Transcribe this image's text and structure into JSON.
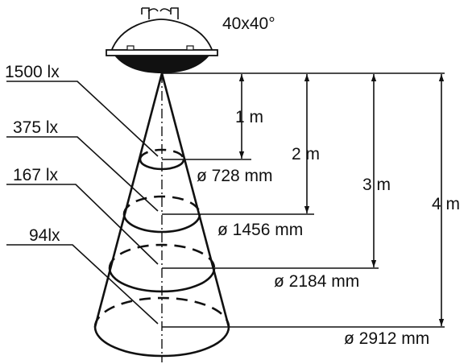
{
  "beam_angle": "40x40°",
  "levels": [
    {
      "illuminance": "1500 lx",
      "distance": "1 m",
      "diameter": "ø 728 mm"
    },
    {
      "illuminance": "375 lx",
      "distance": "2 m",
      "diameter": "ø 1456 mm"
    },
    {
      "illuminance": "167 lx",
      "distance": "3 m",
      "diameter": "ø 2184 mm"
    },
    {
      "illuminance": "94lx",
      "distance": "4 m",
      "diameter": "ø 2912 mm"
    }
  ]
}
